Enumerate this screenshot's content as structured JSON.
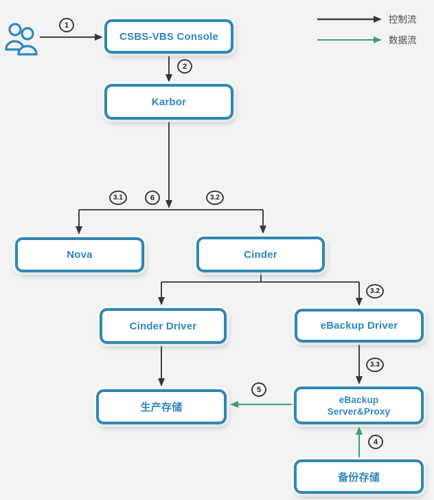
{
  "legend": {
    "control_flow_label": "控制流",
    "data_flow_label": "数据流"
  },
  "nodes": {
    "console": "CSBS-VBS Console",
    "karbor": "Karbor",
    "nova": "Nova",
    "cinder": "Cinder",
    "cinder_driver": "Cinder Driver",
    "ebackup_driver": "eBackup Driver",
    "production_storage": "生产存储",
    "ebackup_server_line1": "eBackup",
    "ebackup_server_line2": "Server&Proxy",
    "backup_storage": "备份存储"
  },
  "steps": {
    "s1": "1",
    "s2": "2",
    "s3_1": "3.1",
    "s6": "6",
    "s3_2_top": "3.2",
    "s3_2_right": "3.2",
    "s3_3": "3.3",
    "s4": "4",
    "s5": "5"
  },
  "icons": {
    "users_icon": "two-person-user-group"
  },
  "colors": {
    "node_border": "#2f86b3",
    "node_text": "#2e86c1",
    "control_flow_line": "#353535",
    "data_flow_line": "#3f9f72",
    "background": "#f2f3f2"
  }
}
